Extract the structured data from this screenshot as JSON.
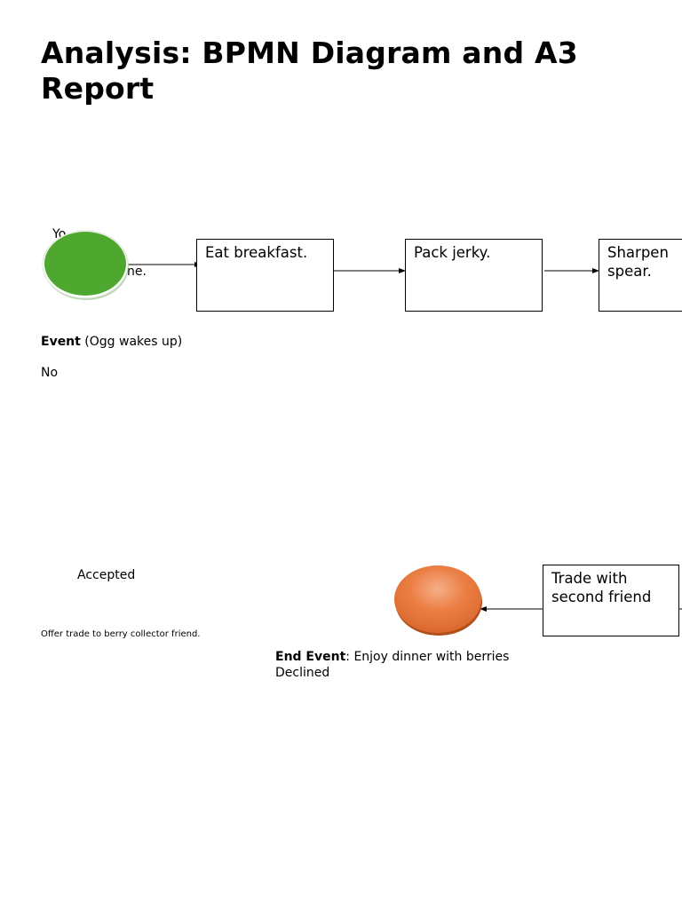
{
  "title": "Analysis: BPMN Diagram and A3 Report",
  "start_note_top": "Yo",
  "start_note_bottom": "ne.",
  "tasks": {
    "eat_breakfast": "Eat breakfast.",
    "pack_jerky": "Pack jerky.",
    "sharpen_spear": "Sharpen spear.",
    "trade_second_friend": "Trade with second friend"
  },
  "start_event": {
    "label": "Event",
    "text": " (Ogg wakes up)",
    "color": "#4ea72e"
  },
  "gateway_no": "No",
  "accepted": "Accepted",
  "offer_trade": "Offer trade to berry collector friend.",
  "end_event": {
    "label": "End Event",
    "text": ": Enjoy dinner with berries",
    "color": "#e97132"
  },
  "declined": "Declined"
}
